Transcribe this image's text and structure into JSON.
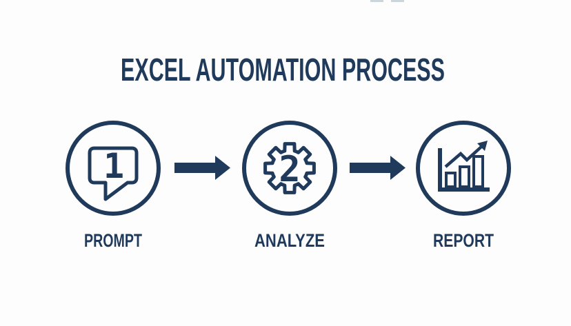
{
  "title": "EXCEL AUTOMATION PROCESS",
  "colors": {
    "accent": "#203a5c",
    "background": "#fdfdfd"
  },
  "steps": [
    {
      "label": "PROMPT",
      "number": "1",
      "icon": "speech-bubble-icon"
    },
    {
      "label": "ANALYZE",
      "number": "2",
      "icon": "gear-icon"
    },
    {
      "label": "REPORT",
      "number": "",
      "icon": "bar-chart-growth-icon"
    }
  ],
  "connectors": [
    {
      "name": "arrow-prompt-to-analyze",
      "direction": "right"
    },
    {
      "name": "arrow-analyze-to-report",
      "direction": "right"
    }
  ]
}
